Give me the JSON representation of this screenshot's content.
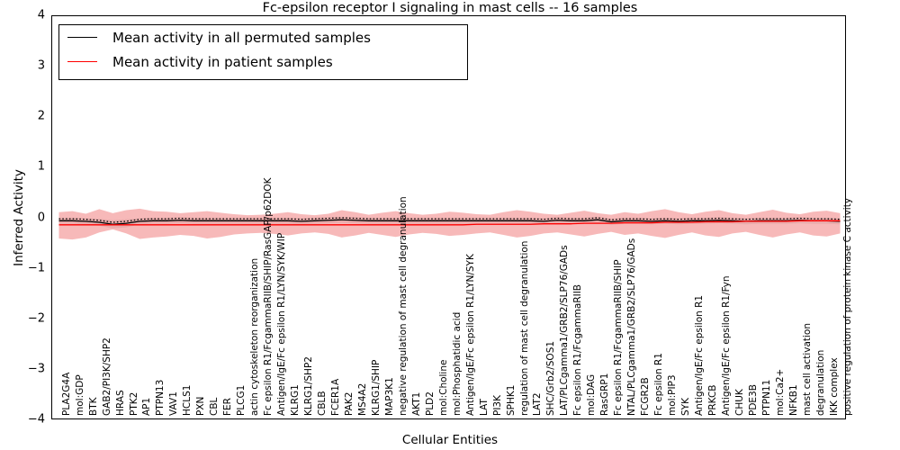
{
  "chart_data": {
    "type": "line",
    "title": "Fc-epsilon receptor I signaling in mast cells -- 16 samples",
    "xlabel": "Cellular Entities",
    "ylabel": "Inferred Activity",
    "ylim": [
      -4,
      4
    ],
    "yticks": [
      -4,
      -3,
      -2,
      -1,
      0,
      1,
      2,
      3,
      4
    ],
    "ytick_labels": [
      "−4",
      "−3",
      "−2",
      "−1",
      "0",
      "1",
      "2",
      "3",
      "4"
    ],
    "grid": false,
    "legend_position": "upper left",
    "n_samples": 16,
    "categories": [
      "PLA2G4A",
      "mol:GDP",
      "BTK",
      "GAB2/PI3K/SHP2",
      "HRAS",
      "PTK2",
      "AP1",
      "PTPN13",
      "VAV1",
      "HCLS1",
      "PXN",
      "CBL",
      "FER",
      "PLCG1",
      "actin cytoskeleton reorganization",
      "Fc epsilon R1/FcgammaRIIB/SHIP/RasGAP/p62DOK",
      "Antigen/IgE/Fc epsilon R1/LYN/SYK/WIP",
      "KLRG1",
      "KLRG1/SHP2",
      "CBLB",
      "FCER1A",
      "PAK2",
      "MS4A2",
      "KLRG1/SHIP",
      "MAP3K1",
      "negative regulation of mast cell degranulation",
      "AKT1",
      "PLD2",
      "mol:Choline",
      "mol:Phosphatidic acid",
      "Antigen/IgE/Fc epsilon R1/LYN/SYK",
      "LAT",
      "PI3K",
      "SPHK1",
      "regulation of mast cell degranulation",
      "LAT2",
      "SHC/Grb2/SOS1",
      "LAT/PLCgamma1/GRB2/SLP76/GADs",
      "Fc epsilon R1/FcgammaRIIB",
      "mol:DAG",
      "RasGRP1",
      "Fc epsilon R1/FcgammaRIIB/SHIP",
      "NTAL/PLCgamma1/GRB2/SLP76/GADs",
      "FCGR2B",
      "Fc epsilon R1",
      "mol:PIP3",
      "SYK",
      "Antigen/IgE/Fc epsilon R1",
      "PRKCB",
      "Antigen/IgE/Fc epsilon R1/Fyn",
      "CHUK",
      "PDE3B",
      "PTPN11",
      "mol:Ca2+",
      "NFKB1",
      "mast cell activation",
      "degranulation",
      "IKK complex",
      "positive regulation of protein kinase C activity"
    ],
    "series": [
      {
        "name": "Mean activity in all permuted samples",
        "color": "#000000",
        "values": [
          -0.05,
          -0.05,
          -0.06,
          -0.08,
          -0.12,
          -0.1,
          -0.06,
          -0.05,
          -0.05,
          -0.04,
          -0.05,
          -0.05,
          -0.05,
          -0.05,
          -0.05,
          -0.05,
          -0.05,
          -0.05,
          -0.06,
          -0.05,
          -0.04,
          -0.03,
          -0.04,
          -0.05,
          -0.05,
          -0.05,
          -0.05,
          -0.05,
          -0.05,
          -0.05,
          -0.05,
          -0.05,
          -0.05,
          -0.05,
          -0.05,
          -0.05,
          -0.06,
          -0.04,
          -0.05,
          -0.05,
          -0.03,
          -0.07,
          -0.05,
          -0.05,
          -0.06,
          -0.05,
          -0.06,
          -0.05,
          -0.05,
          -0.04,
          -0.05,
          -0.06,
          -0.05,
          -0.05,
          -0.05,
          -0.04,
          -0.05,
          -0.05,
          -0.06,
          -0.05
        ]
      },
      {
        "name": "Mean activity in patient samples",
        "color": "#ff0000",
        "values": [
          -0.13,
          -0.13,
          -0.13,
          -0.13,
          -0.13,
          -0.13,
          -0.13,
          -0.13,
          -0.13,
          -0.13,
          -0.13,
          -0.13,
          -0.13,
          -0.13,
          -0.13,
          -0.13,
          -0.13,
          -0.13,
          -0.13,
          -0.13,
          -0.13,
          -0.13,
          -0.13,
          -0.13,
          -0.13,
          -0.13,
          -0.13,
          -0.13,
          -0.13,
          -0.13,
          -0.13,
          -0.12,
          -0.12,
          -0.12,
          -0.12,
          -0.12,
          -0.11,
          -0.11,
          -0.11,
          -0.1,
          -0.1,
          -0.1,
          -0.09,
          -0.09,
          -0.09,
          -0.08,
          -0.08,
          -0.08,
          -0.07,
          -0.07,
          -0.07,
          -0.06,
          -0.06,
          -0.06,
          -0.06,
          -0.05,
          -0.05,
          -0.05,
          -0.05,
          -0.05
        ]
      }
    ],
    "bands": [
      {
        "name": "patient sample spread",
        "color": "#f08080",
        "upper": [
          0.12,
          0.14,
          0.09,
          0.18,
          0.1,
          0.16,
          0.19,
          0.14,
          0.13,
          0.1,
          0.12,
          0.14,
          0.11,
          0.08,
          0.06,
          0.07,
          0.09,
          0.12,
          0.08,
          0.06,
          0.09,
          0.16,
          0.12,
          0.07,
          0.11,
          0.14,
          0.1,
          0.07,
          0.09,
          0.13,
          0.11,
          0.08,
          0.07,
          0.12,
          0.16,
          0.13,
          0.09,
          0.07,
          0.11,
          0.15,
          0.1,
          0.07,
          0.12,
          0.09,
          0.14,
          0.18,
          0.12,
          0.08,
          0.13,
          0.16,
          0.1,
          0.07,
          0.12,
          0.17,
          0.11,
          0.08,
          0.13,
          0.15,
          0.1,
          0.12
        ],
        "lower": [
          -0.4,
          -0.42,
          -0.38,
          -0.28,
          -0.22,
          -0.3,
          -0.41,
          -0.38,
          -0.36,
          -0.33,
          -0.35,
          -0.4,
          -0.37,
          -0.32,
          -0.3,
          -0.29,
          -0.31,
          -0.34,
          -0.3,
          -0.28,
          -0.31,
          -0.38,
          -0.34,
          -0.29,
          -0.33,
          -0.37,
          -0.32,
          -0.29,
          -0.31,
          -0.35,
          -0.33,
          -0.3,
          -0.28,
          -0.33,
          -0.38,
          -0.35,
          -0.3,
          -0.28,
          -0.32,
          -0.36,
          -0.31,
          -0.27,
          -0.33,
          -0.3,
          -0.35,
          -0.39,
          -0.33,
          -0.28,
          -0.34,
          -0.37,
          -0.3,
          -0.27,
          -0.33,
          -0.38,
          -0.32,
          -0.28,
          -0.34,
          -0.36,
          -0.3,
          -0.32
        ]
      },
      {
        "name": "permuted sample spread",
        "color": "#d9d9d9",
        "upper": [
          0.01,
          0.01,
          0.0,
          -0.01,
          -0.04,
          -0.02,
          0.0,
          0.01,
          0.01,
          0.02,
          0.01,
          0.01,
          0.01,
          0.01,
          0.01,
          0.01,
          0.01,
          0.01,
          0.0,
          0.01,
          0.02,
          0.03,
          0.02,
          0.01,
          0.01,
          0.01,
          0.01,
          0.01,
          0.01,
          0.01,
          0.01,
          0.01,
          0.01,
          0.01,
          0.01,
          0.01,
          0.0,
          0.02,
          0.01,
          0.01,
          0.03,
          -0.01,
          0.01,
          0.01,
          0.0,
          0.01,
          0.0,
          0.01,
          0.01,
          0.02,
          0.01,
          0.0,
          0.01,
          0.01,
          0.01,
          0.02,
          0.01,
          0.01,
          0.0,
          0.01
        ],
        "lower": [
          -0.11,
          -0.11,
          -0.12,
          -0.15,
          -0.2,
          -0.18,
          -0.12,
          -0.11,
          -0.11,
          -0.1,
          -0.11,
          -0.11,
          -0.11,
          -0.11,
          -0.11,
          -0.11,
          -0.11,
          -0.11,
          -0.12,
          -0.11,
          -0.1,
          -0.09,
          -0.1,
          -0.11,
          -0.11,
          -0.11,
          -0.11,
          -0.11,
          -0.11,
          -0.11,
          -0.11,
          -0.11,
          -0.11,
          -0.11,
          -0.11,
          -0.11,
          -0.12,
          -0.1,
          -0.11,
          -0.11,
          -0.09,
          -0.13,
          -0.11,
          -0.11,
          -0.12,
          -0.11,
          -0.12,
          -0.11,
          -0.11,
          -0.1,
          -0.11,
          -0.12,
          -0.11,
          -0.11,
          -0.11,
          -0.1,
          -0.11,
          -0.11,
          -0.12,
          -0.11
        ]
      }
    ],
    "legend": [
      {
        "label": "Mean activity in all permuted samples",
        "color": "#000000"
      },
      {
        "label": "Mean activity in patient samples",
        "color": "#ff0000"
      }
    ]
  }
}
